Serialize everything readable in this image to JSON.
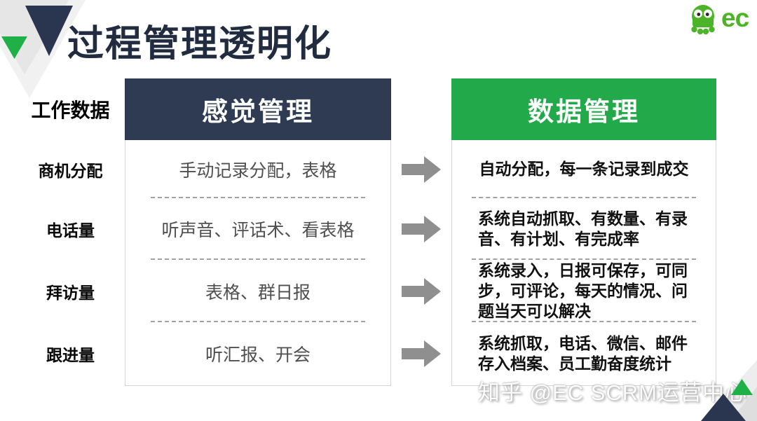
{
  "header": {
    "title": "过程管理透明化",
    "logo_text": "ec"
  },
  "table": {
    "corner_label": "工作数据",
    "feeling_header": "感觉管理",
    "data_header": "数据管理",
    "rows": [
      {
        "label": "商机分配",
        "feeling": "手动记录分配，表格",
        "data": "自动分配，每一条记录到成交"
      },
      {
        "label": "电话量",
        "feeling": "听声音、评话术、看表格",
        "data": "系统自动抓取、有数量、有录音、有计划、有完成率"
      },
      {
        "label": "拜访量",
        "feeling": "表格、群日报",
        "data": "系统录入，日报可保存，可同步，可评论，每天的情况、问题当天可以解决"
      },
      {
        "label": "跟进量",
        "feeling": "听汇报、开会",
        "data": "系统抓取，电话、微信、邮件存入档案、员工勤奋度统计"
      }
    ]
  },
  "watermark": "知乎 @EC SCRM运营中心",
  "colors": {
    "navy": "#2e3b52",
    "green": "#21a94a",
    "logo_green": "#4db327",
    "arrow_gray": "#8f8f8f",
    "feeling_text": "#4f4f4f",
    "data_text": "#111111"
  }
}
